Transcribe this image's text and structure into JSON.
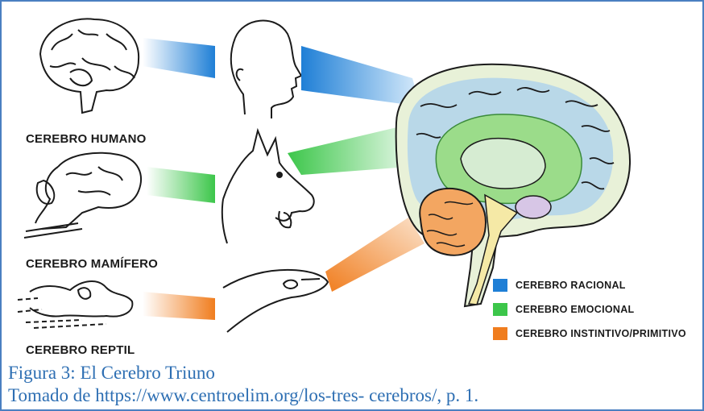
{
  "labels": {
    "human": "CEREBRO HUMANO",
    "mammal": "CEREBRO MAMÍFERO",
    "reptile": "CEREBRO REPTIL"
  },
  "legend": [
    {
      "label": "CEREBRO RACIONAL",
      "color": "#1f7fd6"
    },
    {
      "label": "CEREBRO EMOCIONAL",
      "color": "#3cc64a"
    },
    {
      "label": "CEREBRO INSTINTIVO/PRIMITIVO",
      "color": "#f07d1e"
    }
  ],
  "caption": {
    "line1": "Figura 3: El Cerebro Triuno",
    "line2": "Tomado de https://www.centroelim.org/los-tres- cerebros/, p. 1."
  }
}
